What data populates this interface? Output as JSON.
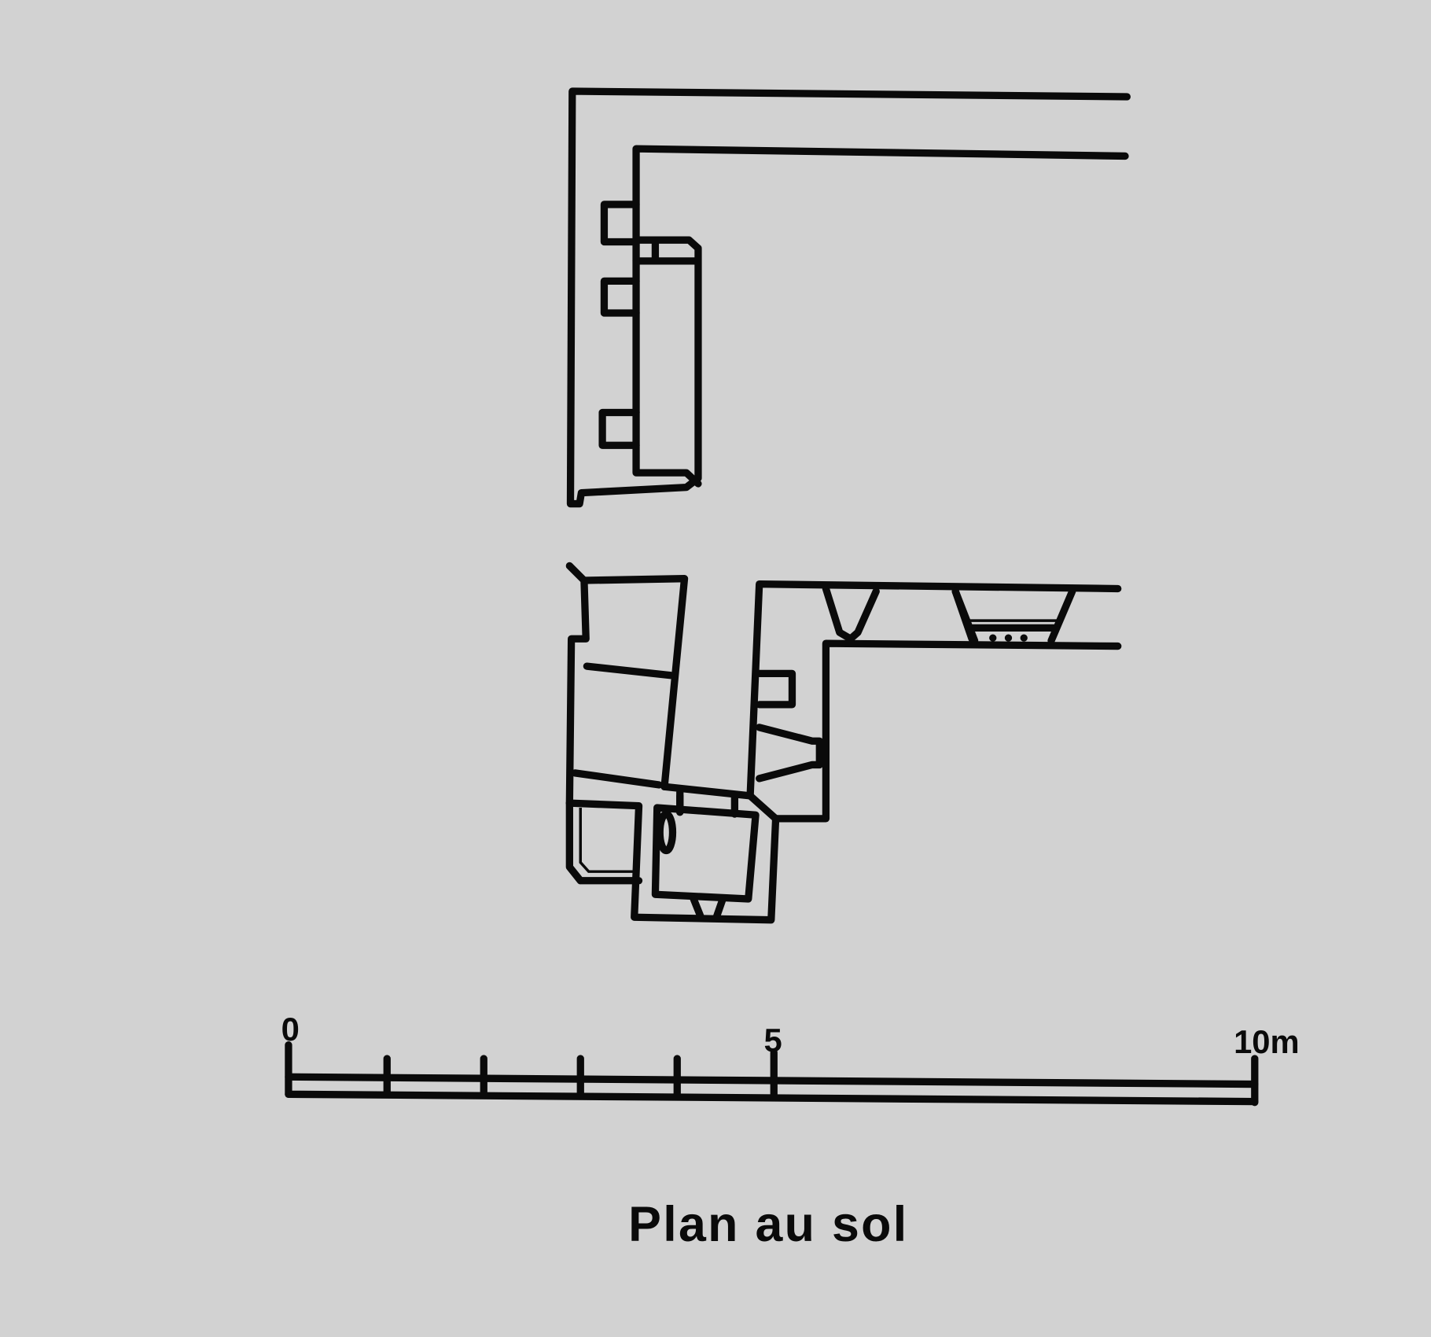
{
  "colors": {
    "background": "#d2d2d2",
    "ink": "#0a0a0a"
  },
  "scale_bar": {
    "labels": {
      "start": "0",
      "middle": "5",
      "end": "10m"
    },
    "divisions": 10
  },
  "caption": "Plan au sol"
}
